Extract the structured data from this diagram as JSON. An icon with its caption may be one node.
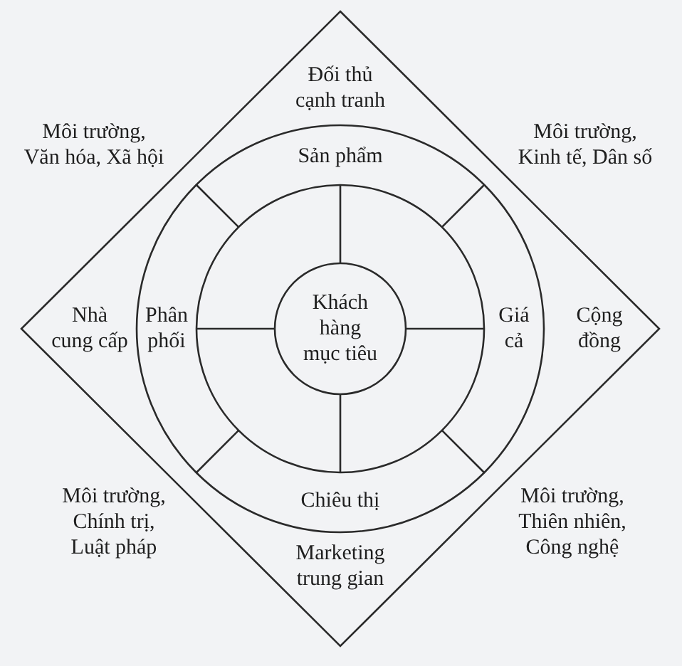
{
  "diagram": {
    "nodes": [
      {
        "text": [
          "Đối thủ cạnh tranh",
          "Nhà cung cấp",
          "Cộng đồng",
          "Marketing trung gian"
        ]
      },
      {
        "text": [
          "Sản phẩm",
          "Phân phối",
          "Giá cả",
          "Chiêu thị"
        ],
        "in": 0
      },
      {
        "text": [],
        "shape": "circle",
        "in": 1
      },
      {
        "text": [
          "Khách hàng mục tiêu"
        ],
        "in": 2
      }
    ],
    "labels": [
      "Môi trường, Văn hóa, Xã hội",
      "Môi trường, Kinh tế, Dân số",
      "Môi trường, Chính trị, Luật pháp",
      "Môi trường, Thiên nhiên, Công nghệ"
    ]
  }
}
